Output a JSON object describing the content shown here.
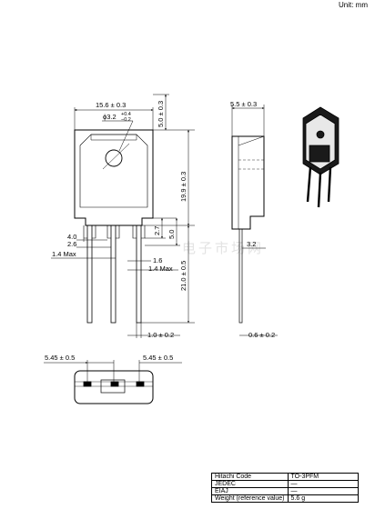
{
  "header": {
    "unit": "Unit: mm"
  },
  "watermark": "电子市场网",
  "front_view": {
    "width": "15.6 ± 0.3",
    "hole": "ϕ3.2",
    "hole_tol_upper": "+0.4",
    "hole_tol_lower": "−0.2",
    "tab_height": "5.0 ± 0.3",
    "body_height": "19.9 ± 0.3",
    "dim_2_7": "2.7",
    "dim_5_0": "5.0",
    "dim_4_0": "4.0",
    "dim_2_6": "2.6",
    "dim_1_4_max_left": "1.4 Max",
    "dim_1_6": "1.6",
    "dim_1_4_max_right": "1.4 Max",
    "lead_length": "21.0 ± 0.5",
    "pitch_tol": "1.0 ± 0.2"
  },
  "side_view": {
    "thickness": "5.5 ± 0.3",
    "dim_3_2": "3.2",
    "lead_thickness": "0.6 ± 0.2"
  },
  "bottom_view": {
    "pitch_left": "5.45 ± 0.5",
    "pitch_right": "5.45 ± 0.5"
  },
  "info_table": {
    "rows": [
      {
        "label": "Hitachi Code",
        "value": "TO-3PFM"
      },
      {
        "label": "JEDEC",
        "value": "—"
      },
      {
        "label": "EIAJ",
        "value": "—"
      },
      {
        "label": "Weight (reference value)",
        "value": "5.6 g"
      }
    ]
  }
}
